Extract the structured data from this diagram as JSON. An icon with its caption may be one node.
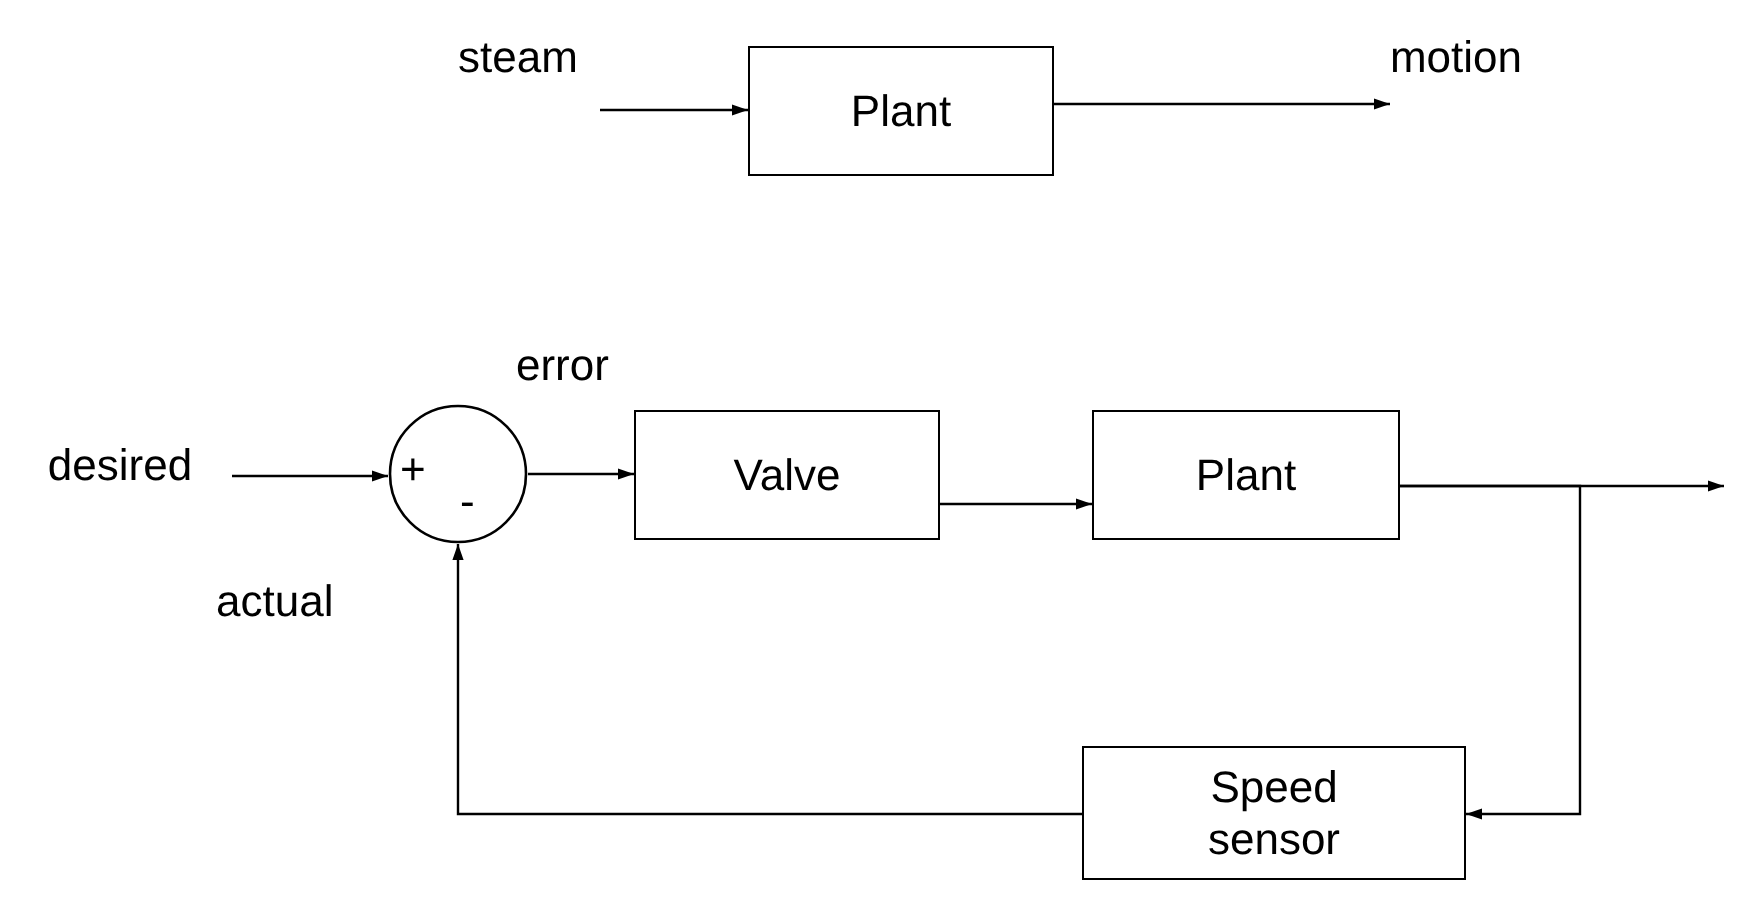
{
  "diagram": {
    "nodes": [
      {
        "text": [
          "steam"
        ]
      },
      {
        "text": [
          "Plant"
        ]
      },
      {
        "text": [
          "motion"
        ]
      },
      {
        "text": [
          "desired"
        ]
      },
      {
        "text": [
          "+",
          "-"
        ]
      },
      {
        "text": [
          "Valve"
        ]
      },
      {
        "text": [
          "Plant"
        ]
      },
      {
        "text": [
          "Speed sensor"
        ]
      }
    ],
    "edges": [
      {
        "from": 0,
        "to": 1,
        "arrow": "to"
      },
      {
        "from": 1,
        "to": 2,
        "arrow": "to"
      },
      {
        "from": 3,
        "to": 4,
        "arrow": "to"
      },
      {
        "from": 4,
        "to": 5,
        "arrow": "to",
        "label": "error"
      },
      {
        "from": 5,
        "to": 6,
        "arrow": "to"
      },
      {
        "from": 6,
        "to": null,
        "arrow": "to"
      },
      {
        "from": 6,
        "to": 7,
        "arrow": "to"
      },
      {
        "from": 7,
        "to": 4,
        "arrow": "to",
        "label": "actual"
      }
    ]
  }
}
